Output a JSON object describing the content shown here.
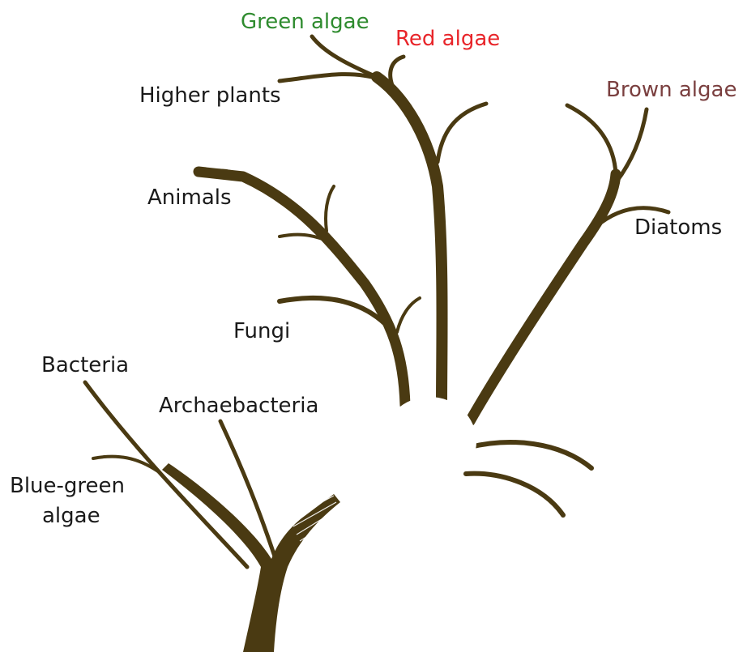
{
  "colors": {
    "branch": "#4a3a12",
    "green_algae": "#2e8b2e",
    "red_algae": "#e8252a",
    "brown_algae": "#7a3f3f",
    "default_label": "#1a1a1a"
  },
  "labels": {
    "green_algae": "Green algae",
    "red_algae": "Red algae",
    "brown_algae": "Brown algae",
    "higher_plants": "Higher plants",
    "animals": "Animals",
    "diatoms": "Diatoms",
    "fungi": "Fungi",
    "bacteria": "Bacteria",
    "archaebacteria": "Archaebacteria",
    "blue_green_line1": "Blue-green",
    "blue_green_line2": "algae"
  }
}
